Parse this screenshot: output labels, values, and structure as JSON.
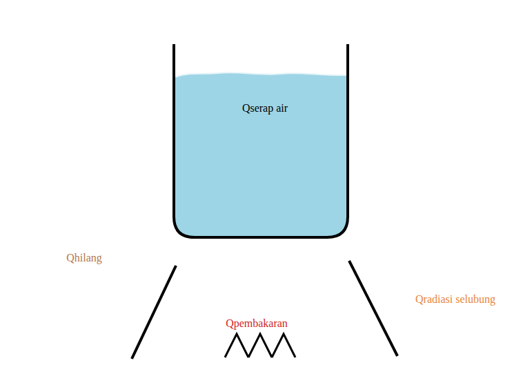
{
  "diagram": {
    "nodes": [
      {
        "text": [
          "Qserap air"
        ]
      }
    ],
    "labels": [
      "Qhilang",
      "Qpembakaran",
      "Qradiasi selubung"
    ]
  }
}
